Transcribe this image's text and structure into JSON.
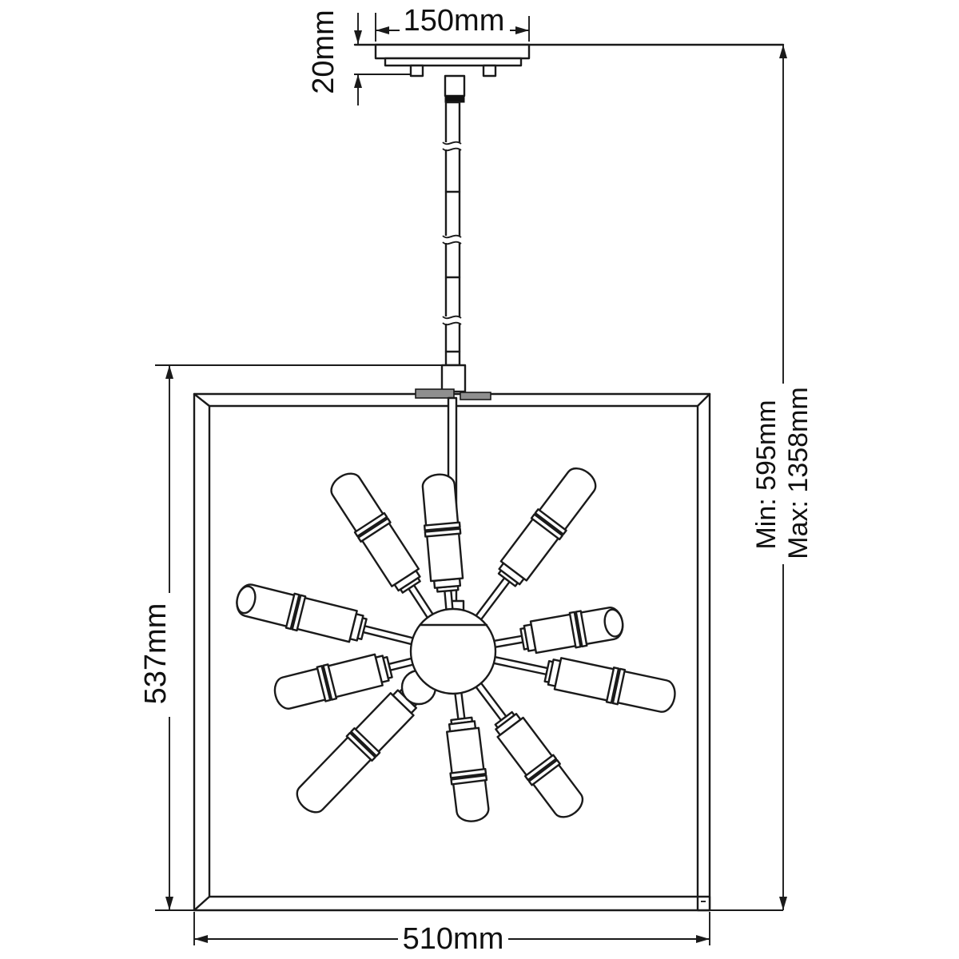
{
  "diagram": {
    "type": "product-dimension-drawing",
    "subject": "sputnik pendant chandelier in open square frame",
    "dimensions": {
      "canopy_width": "150mm",
      "canopy_height": "20mm",
      "frame_height": "537mm",
      "frame_width": "510mm",
      "drop_min": "Min: 595mm",
      "drop_max": "Max: 1358mm"
    },
    "colors": {
      "line": "#1a1a1a",
      "background": "#ffffff",
      "clamp_gray": "#8f8f8f"
    }
  }
}
